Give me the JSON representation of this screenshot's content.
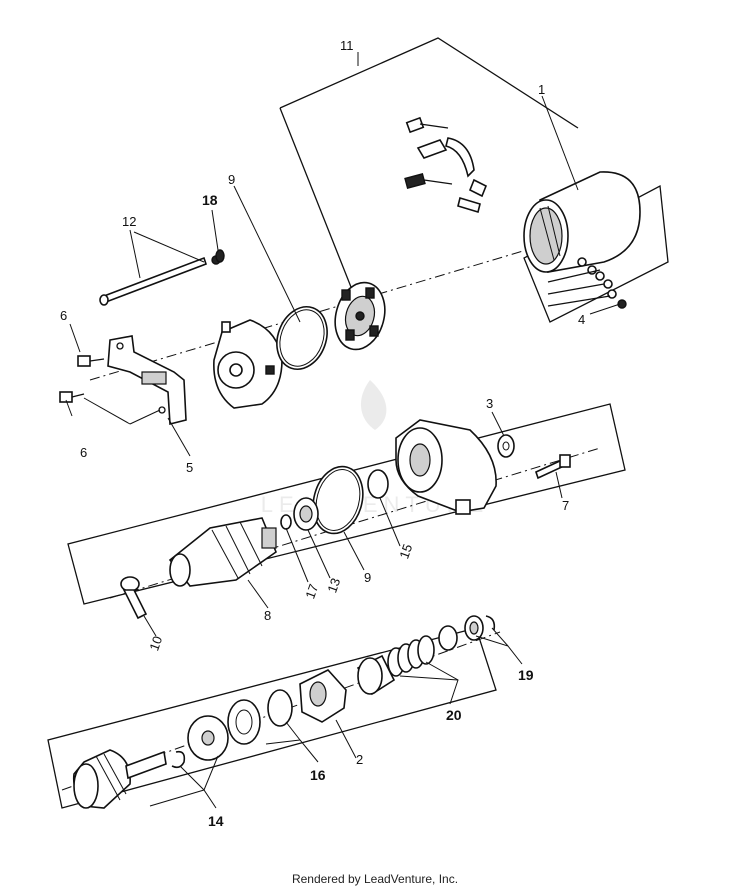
{
  "labels": {
    "l1": "1",
    "l2": "2",
    "l3": "3",
    "l4": "4",
    "l5": "5",
    "l6a": "6",
    "l6b": "6",
    "l7": "7",
    "l8": "8",
    "l9a": "9",
    "l9b": "9",
    "l10": "10",
    "l11": "11",
    "l12": "12",
    "l13": "13",
    "l14": "14",
    "l15": "15",
    "l16": "16",
    "l17": "17",
    "l18": "18",
    "l19": "19",
    "l20": "20"
  },
  "footer": "Rendered by LeadVenture, Inc.",
  "watermark": "LEADVENTURE"
}
